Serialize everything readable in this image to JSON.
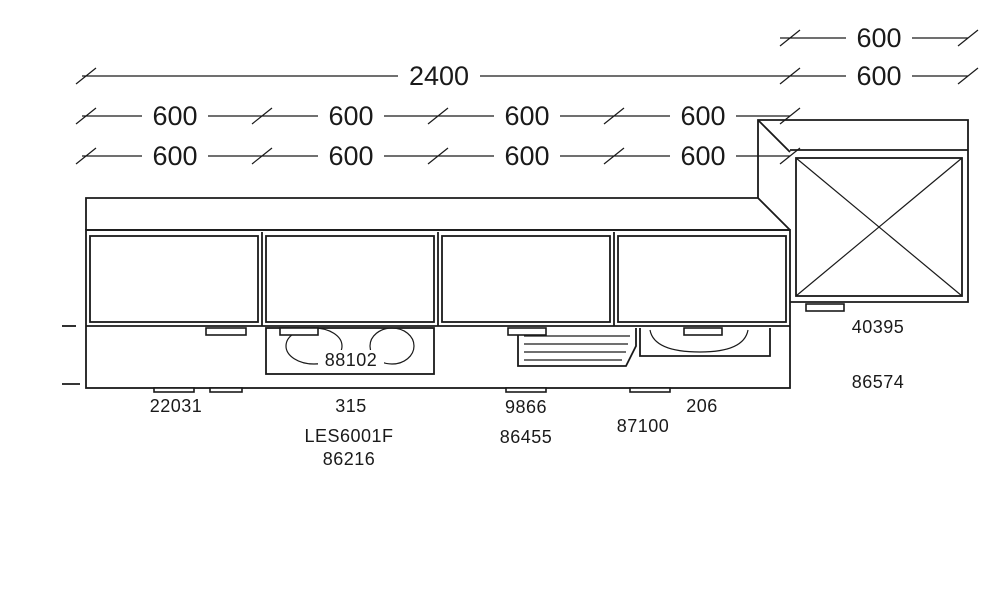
{
  "dimensions": {
    "total_width": "2400",
    "row1": [
      "600",
      "600",
      "600",
      "600"
    ],
    "row2": [
      "600",
      "600",
      "600",
      "600"
    ],
    "corner_top": "600",
    "corner_second": "600"
  },
  "labels": {
    "cabinet1_code": "22031",
    "sink_code": "88102",
    "cabinet2_code1": "315",
    "cabinet2_code2": "LES6001F",
    "cabinet2_code3": "86216",
    "cabinet3_code1": "9866",
    "cabinet3_code2": "86455",
    "cabinet4_code1": "206",
    "cabinet4_code2": "87100",
    "corner_code1": "40395",
    "corner_code2": "86574"
  }
}
